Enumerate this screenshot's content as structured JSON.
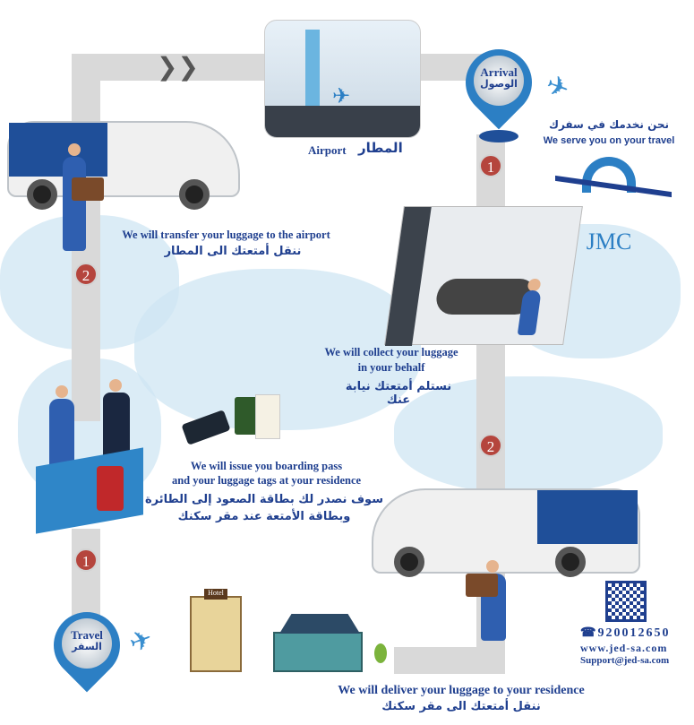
{
  "airport": {
    "label_en": "Airport",
    "label_ar": "المطار"
  },
  "arrival_pin": {
    "label_en": "Arrival",
    "label_ar": "الوصول"
  },
  "travel_pin": {
    "label_en": "Travel",
    "label_ar": "السفر"
  },
  "brand": {
    "tagline_ar": "نحن نخدمك في سفرك",
    "tagline_en": "We serve you on your travel",
    "logo_text": "JMC"
  },
  "steps": [
    {
      "number": "1",
      "en": "We will collect  your luggage in your behalf",
      "ar": "نستلم أمتعتك نيابة عنك"
    },
    {
      "number": "2",
      "en": "We will deliver your luggage to your residence",
      "ar": "ننقل أمتعتك الى مقر سكنك"
    },
    {
      "number": "1",
      "en_line1": "We will issue you boarding pass",
      "en_line2": "and your luggage tags at your residence",
      "ar_line1": "سوف نصدر لك بطاقة الصعود إلى الطائرة",
      "ar_line2": "وبطاقة الأمتعة عند مقر سكنك"
    },
    {
      "number": "2",
      "en": "We will transfer your luggage to the airport",
      "ar": "ننقل أمتعتك الى المطار"
    }
  ],
  "hotel_sign": "Hotel",
  "contact": {
    "phone": "920012650",
    "phone_icon": "☎",
    "website": "www.jed-sa.com",
    "email": "Support@jed-sa.com"
  },
  "colors": {
    "brand_blue": "#1f3f8f",
    "pin_blue": "#2c7fc4",
    "step_red": "#b5453d",
    "rail_gray": "#d9d9d9",
    "map_blue": "#cfe6f3"
  }
}
